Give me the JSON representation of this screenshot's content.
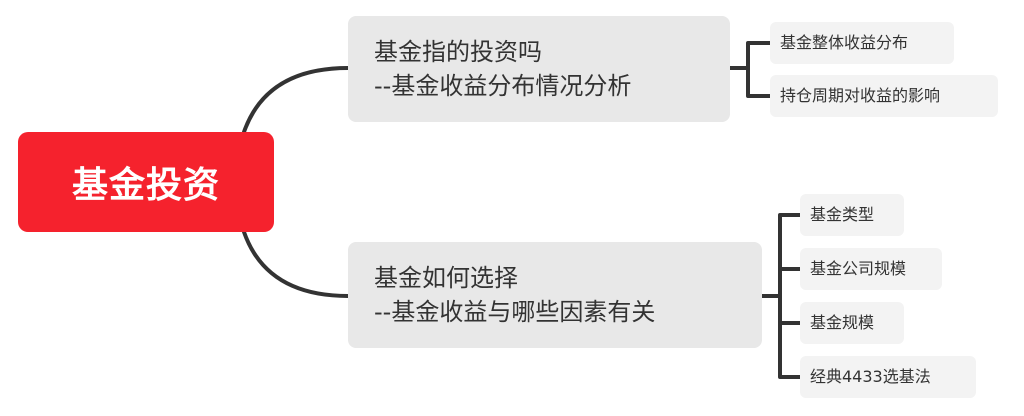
{
  "root": {
    "label": "基金投资"
  },
  "branches": [
    {
      "line1": "基金指的投资吗",
      "line2": "--基金收益分布情况分析",
      "children": [
        "基金整体收益分布",
        "持仓周期对收益的影响"
      ]
    },
    {
      "line1": "基金如何选择",
      "line2": "--基金收益与哪些因素有关",
      "children": [
        "基金类型",
        "基金公司规模",
        "基金规模",
        "经典4433选基法"
      ]
    }
  ],
  "colors": {
    "root_fill": "#f5222d",
    "branch_fill": "#e8e8e8",
    "leaf_fill": "#f3f3f3",
    "connector": "#333333"
  }
}
